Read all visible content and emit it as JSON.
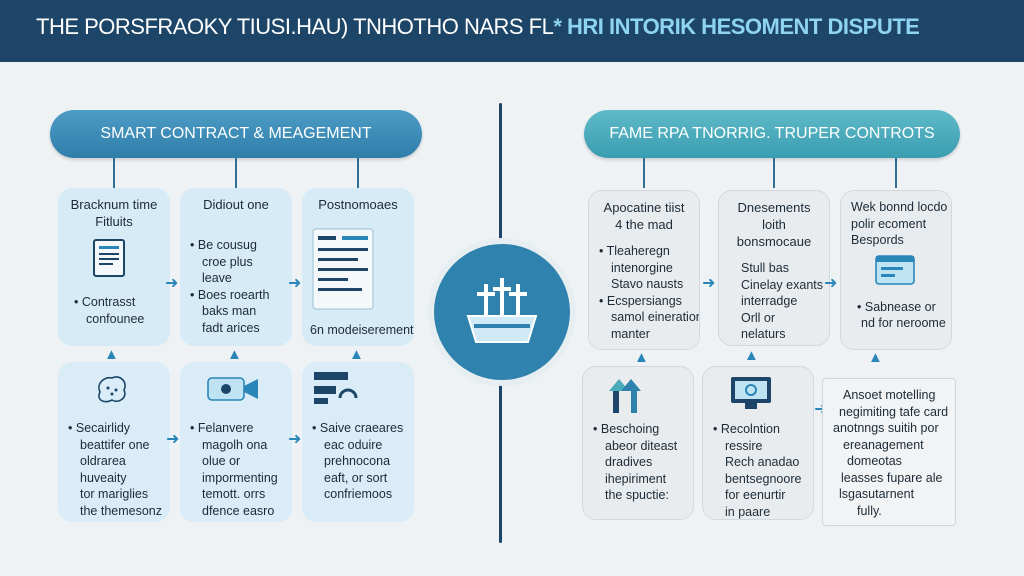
{
  "header": {
    "title_main": "THE PORSFRAOKY TIUSI.HAU) TNHOTHO NARS FL",
    "title_accent": "* HRI INTORIK HESOMENT DISPUTE"
  },
  "left": {
    "pill": "SMART CONTRACT & MEAGEMENT",
    "cards": [
      {
        "title": [
          "Bracknum time",
          "Fitluits"
        ],
        "lines": [
          "Contrasst",
          "confounee"
        ]
      },
      {
        "title": [
          "Didiout one"
        ],
        "lines": [
          "Be cousug",
          "croe plus",
          "leave",
          "Boes roearth",
          "baks man",
          "fadt arices"
        ]
      },
      {
        "title": [
          "Postnomoaes"
        ],
        "lines": [
          "6n modeiserement"
        ]
      },
      {
        "title": [],
        "lines": [
          "Secairlidy",
          "beattifer one",
          "oldrarea",
          "huveaity",
          "tor mariglies",
          "the themesonz"
        ]
      },
      {
        "title": [],
        "lines": [
          "Felanvere",
          "magolh ona",
          "olue or",
          "impormenting",
          "temott. orrs",
          "dfence easro"
        ]
      },
      {
        "title": [],
        "lines": [
          "Saive craeares",
          "eac oduire",
          "prehnocona",
          "eaft, or sort",
          "confriemoos"
        ]
      }
    ]
  },
  "right": {
    "pill": "FAME RPA TNORRIG. TRUPER CONTROTS",
    "cards": [
      {
        "title": [
          "Apocatine tiist",
          "4 the mad"
        ],
        "lines": [
          "Tleaheregn",
          "intenorgine",
          "Stavo nausts",
          "Ecspersiangs",
          "samol eineration",
          "manter"
        ]
      },
      {
        "title": [
          "Dnesements loith",
          "bonsmocaue"
        ],
        "lines": [
          "Stull bas",
          "Cinelay exants",
          "interradge",
          "Orll or",
          "nelaturs"
        ]
      },
      {
        "title": [
          "Wek bonnd locdo",
          "polir ecoment",
          "Bespords"
        ],
        "lines": [
          "Sabnease or",
          "nd for neroome"
        ]
      },
      {
        "title": [],
        "lines": [
          "Beschoing",
          "abeor diteast",
          "dradives",
          "ihepiriment",
          "the spuctie:"
        ]
      },
      {
        "title": [],
        "lines": [
          "Recolntion",
          "ressire",
          "Rech anadao",
          "bentsegnoore",
          "for eenurtir",
          "in paare"
        ]
      }
    ],
    "note": [
      "Ansoet motelling",
      "negimiting tafe card",
      "anotnngs suitih por",
      "ereanagement",
      "domeotas",
      "leasses fupare ale",
      "lsgasutarnent",
      "fully."
    ]
  },
  "colors": {
    "header_bg": "#1d4568",
    "left_pill": "#3a8cb8",
    "right_pill": "#4aabbb",
    "center": "#2f82ad",
    "arrow": "#2a86b8"
  },
  "icons": [
    "document-icon",
    "checklist-icon",
    "brain-icon",
    "video-camera-icon",
    "toggle-icon",
    "center-hub-icon",
    "building-icon",
    "monitor-icon",
    "browser-window-icon"
  ]
}
